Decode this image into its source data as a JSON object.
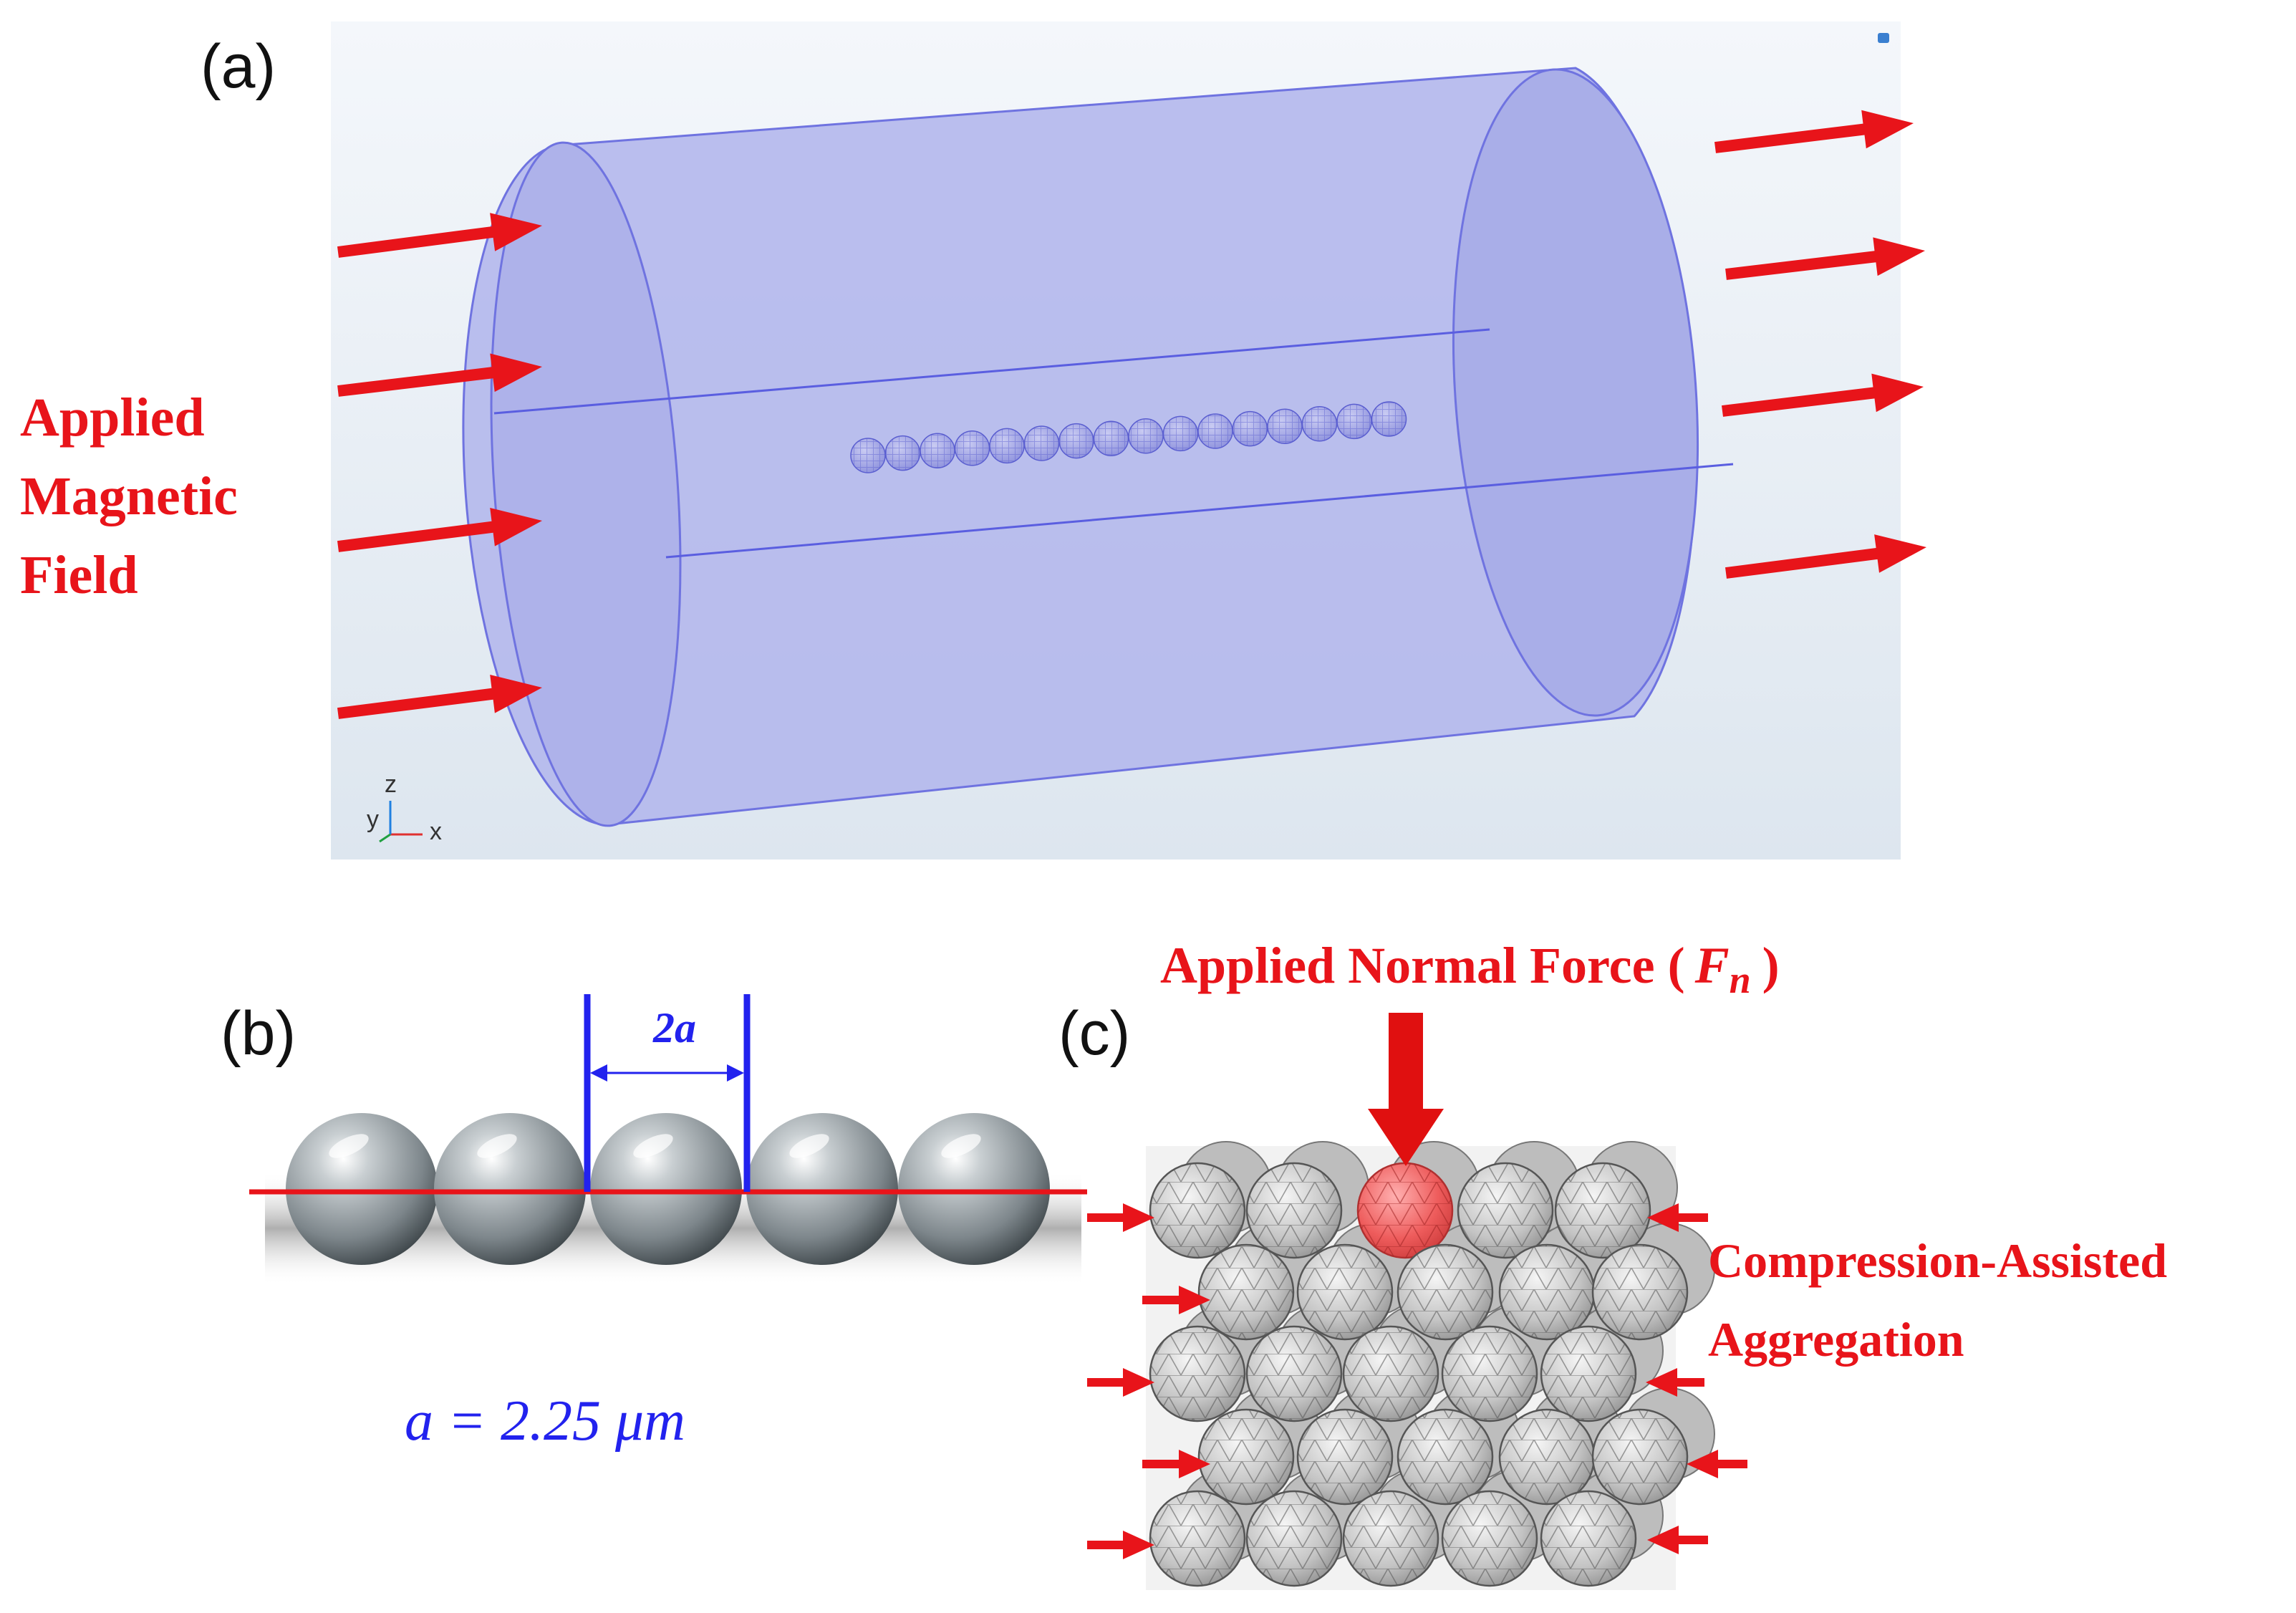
{
  "panel_a": {
    "letter": "(a)",
    "field_label": [
      "Applied",
      "Magnetic",
      "Field"
    ],
    "axes": {
      "z": "z",
      "y": "y",
      "x": "x"
    }
  },
  "panel_b": {
    "letter": "(b)",
    "spacing_label": "2a",
    "radius_label": "a = 2.25 μm"
  },
  "panel_c": {
    "letter": "(c)",
    "force_title": "Applied Normal Force (",
    "force_symbol": "F",
    "force_subscript": "n",
    "force_close": ")",
    "aggregation_label": [
      "Compression-Assisted",
      "Aggregation"
    ]
  },
  "colors": {
    "arrow_red": "#e8141a",
    "cylinder_fill": "#b4b8ec",
    "cylinder_edge": "#6f73e0",
    "dimension_blue": "#2222ee",
    "sphere_gray": "#9ea4a8",
    "highlight_sphere": "#ee5c5c"
  }
}
